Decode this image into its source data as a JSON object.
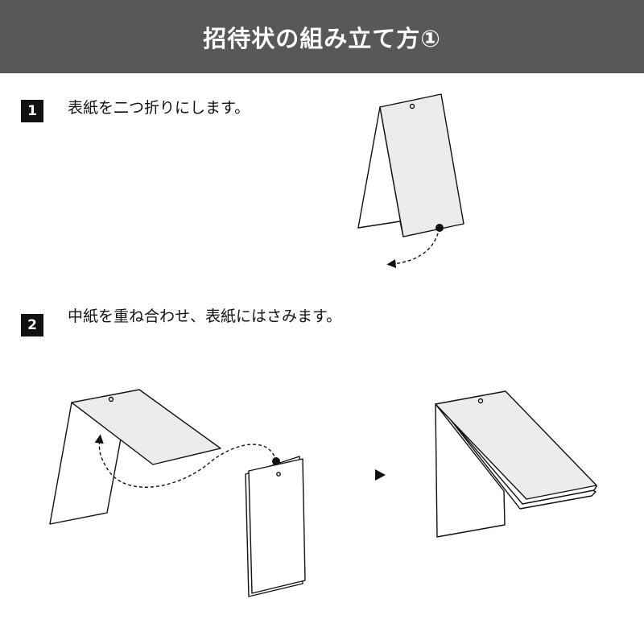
{
  "header": {
    "title": "招待状の組み立て方①"
  },
  "steps": [
    {
      "number": "1",
      "text": "表紙を二つ折りにします。"
    },
    {
      "number": "2",
      "text": "中紙を重ね合わせ、表紙にはさみます。"
    }
  ],
  "colors": {
    "header_bg": "#58585a",
    "paper_fill": "#ececec",
    "step_badge": "#111111"
  }
}
